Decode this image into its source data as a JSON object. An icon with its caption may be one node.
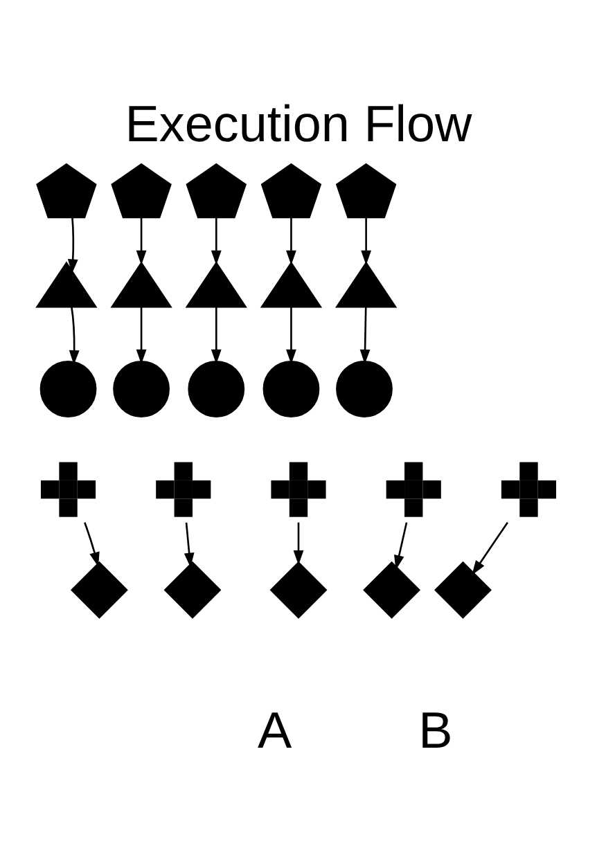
{
  "diagram": {
    "title": "Execution Flow",
    "nodes": [
      {
        "text": [],
        "shape": "pentagon"
      },
      {
        "text": [],
        "shape": "pentagon"
      },
      {
        "text": [],
        "shape": "pentagon"
      },
      {
        "text": [],
        "shape": "pentagon"
      },
      {
        "text": [],
        "shape": "pentagon"
      },
      {
        "text": [],
        "shape": "triangle"
      },
      {
        "text": [],
        "shape": "triangle"
      },
      {
        "text": [],
        "shape": "triangle"
      },
      {
        "text": [],
        "shape": "triangle"
      },
      {
        "text": [],
        "shape": "triangle"
      },
      {
        "text": [],
        "shape": "circle"
      },
      {
        "text": [],
        "shape": "circle"
      },
      {
        "text": [],
        "shape": "circle"
      },
      {
        "text": [],
        "shape": "circle"
      },
      {
        "text": [],
        "shape": "circle"
      },
      {
        "text": [],
        "shape": "cross"
      },
      {
        "text": [],
        "shape": "cross"
      },
      {
        "text": [],
        "shape": "cross"
      },
      {
        "text": [],
        "shape": "cross"
      },
      {
        "text": [],
        "shape": "cross"
      },
      {
        "text": [],
        "shape": "diamond"
      },
      {
        "text": [],
        "shape": "diamond"
      },
      {
        "text": [],
        "shape": "diamond"
      },
      {
        "text": [],
        "shape": "diamond"
      },
      {
        "text": [],
        "shape": "diamond"
      }
    ],
    "edges": [
      {
        "from": 0,
        "to": 5,
        "arrow": "to"
      },
      {
        "from": 1,
        "to": 6,
        "arrow": "to"
      },
      {
        "from": 2,
        "to": 7,
        "arrow": "to"
      },
      {
        "from": 3,
        "to": 8,
        "arrow": "to"
      },
      {
        "from": 4,
        "to": 9,
        "arrow": "to"
      },
      {
        "from": 5,
        "to": 10,
        "arrow": "to"
      },
      {
        "from": 6,
        "to": 11,
        "arrow": "to"
      },
      {
        "from": 7,
        "to": 12,
        "arrow": "to"
      },
      {
        "from": 8,
        "to": 13,
        "arrow": "to"
      },
      {
        "from": 9,
        "to": 14,
        "arrow": "to"
      },
      {
        "from": 15,
        "to": 20,
        "arrow": "to"
      },
      {
        "from": 16,
        "to": 21,
        "arrow": "to"
      },
      {
        "from": 17,
        "to": 22,
        "arrow": "to"
      },
      {
        "from": 18,
        "to": 23,
        "arrow": "to"
      },
      {
        "from": 19,
        "to": 24,
        "arrow": "to"
      }
    ],
    "labels": [
      "A",
      "B"
    ]
  }
}
